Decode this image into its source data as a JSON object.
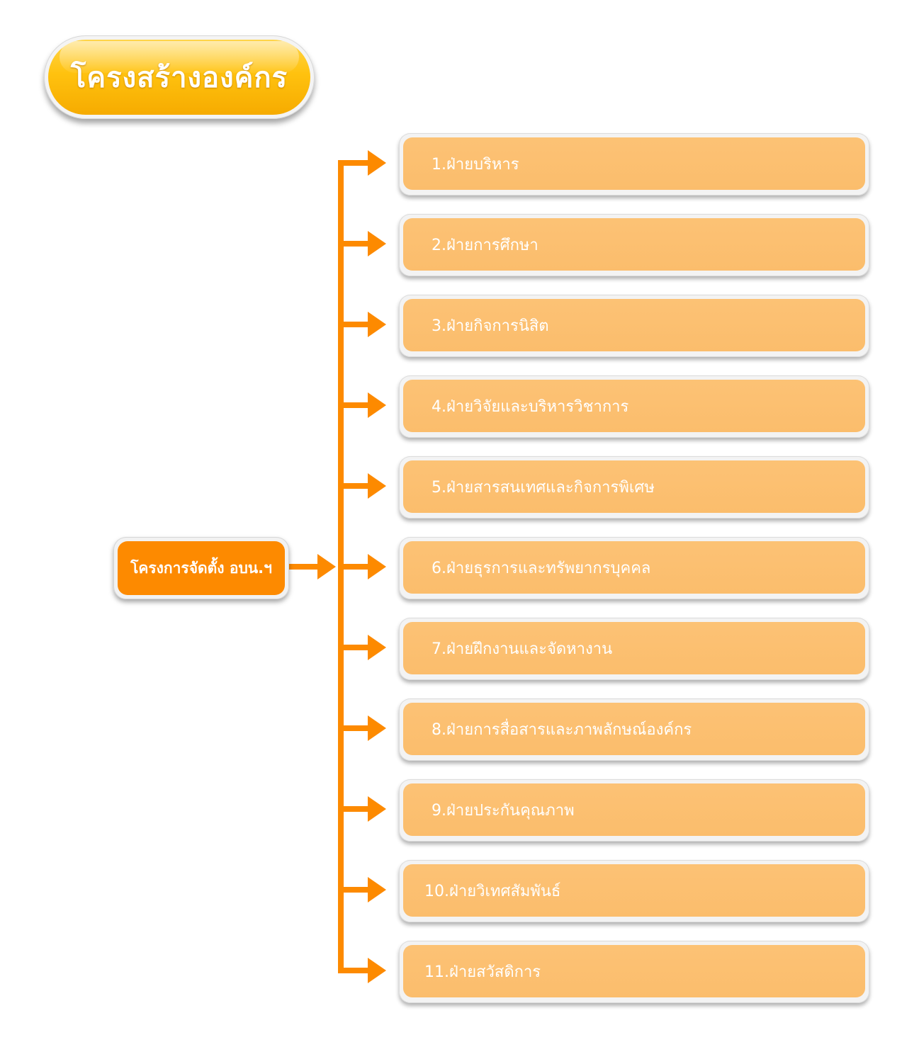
{
  "title": "โครงสร้างองค์กร",
  "root": {
    "label": "โครงการจัดตั้ง อบน.ฯ"
  },
  "colors": {
    "connector": "#fd8a00",
    "root_fill": "#fd8a00",
    "division_fill": "#fbbd6c",
    "title_fill": "#ffc20f"
  },
  "divisions": [
    {
      "label": "1.ฝ่ายบริหาร"
    },
    {
      "label": "2.ฝ่ายการศึกษา"
    },
    {
      "label": "3.ฝ่ายกิจการนิสิต"
    },
    {
      "label": "4.ฝ่ายวิจัยและบริหารวิชาการ"
    },
    {
      "label": "5.ฝ่ายสารสนเทศและกิจการพิเศษ"
    },
    {
      "label": "6.ฝ่ายธุรการและทรัพยากรบุคคล"
    },
    {
      "label": "7.ฝ่ายฝึกงานและจัดหางาน"
    },
    {
      "label": "8.ฝ่ายการสื่อสารและภาพลักษณ์องค์กร"
    },
    {
      "label": "9.ฝ่ายประกันคุณภาพ"
    },
    {
      "label": "10.ฝ่ายวิเทศสัมพันธ์"
    },
    {
      "label": "11.ฝ่ายสวัสดิการ"
    }
  ]
}
